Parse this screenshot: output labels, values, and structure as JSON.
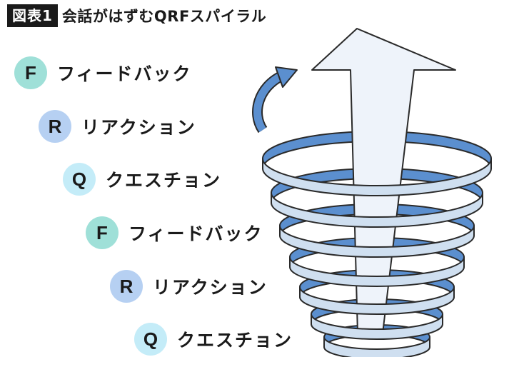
{
  "header": {
    "tag": "図表1",
    "title": "会話がはずむQRFスパイラル"
  },
  "steps": [
    {
      "letter": "F",
      "label": "フィードバック",
      "color": "#9fe0d8"
    },
    {
      "letter": "R",
      "label": "リアクション",
      "color": "#b6d0f2"
    },
    {
      "letter": "Q",
      "label": "クエスチョン",
      "color": "#c4ecf8"
    },
    {
      "letter": "F",
      "label": "フィードバック",
      "color": "#9fe0d8"
    },
    {
      "letter": "R",
      "label": "リアクション",
      "color": "#b6d0f2"
    },
    {
      "letter": "Q",
      "label": "クエスチョン",
      "color": "#c4ecf8"
    }
  ],
  "colors": {
    "ribbon_front": "#cfdff0",
    "ribbon_back": "#5b8fcf",
    "outline": "#2a2a2a",
    "arrow_fill": "#eef3fa"
  }
}
